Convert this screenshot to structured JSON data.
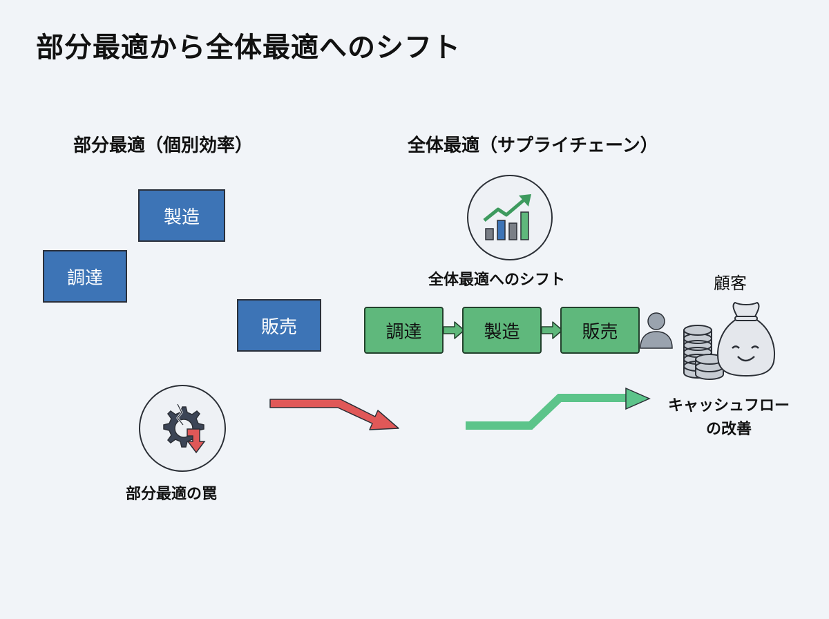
{
  "title": "部分最適から全体最適へのシフト",
  "left": {
    "heading": "部分最適（個別効率）",
    "boxes": {
      "manufacturing": "製造",
      "procurement": "調達",
      "sales": "販売"
    },
    "trap_label": "部分最適の罠"
  },
  "right": {
    "heading": "全体最適（サプライチェーン）",
    "shift_label": "全体最適へのシフト",
    "chain": [
      "調達",
      "製造",
      "販売"
    ],
    "customer_label": "顧客",
    "cashflow_label_line1": "キャッシュフロー",
    "cashflow_label_line2": "の改善"
  },
  "colors": {
    "blue_box": "#3d74b6",
    "green_box": "#5fb87c",
    "red_arrow": "#e05858",
    "green_arrow": "#5cc48a",
    "background": "#f1f4f8"
  },
  "icons": [
    "broken-gear-down-arrow-icon",
    "growth-bar-chart-icon",
    "person-icon",
    "coin-stack-icon",
    "money-bag-icon"
  ]
}
